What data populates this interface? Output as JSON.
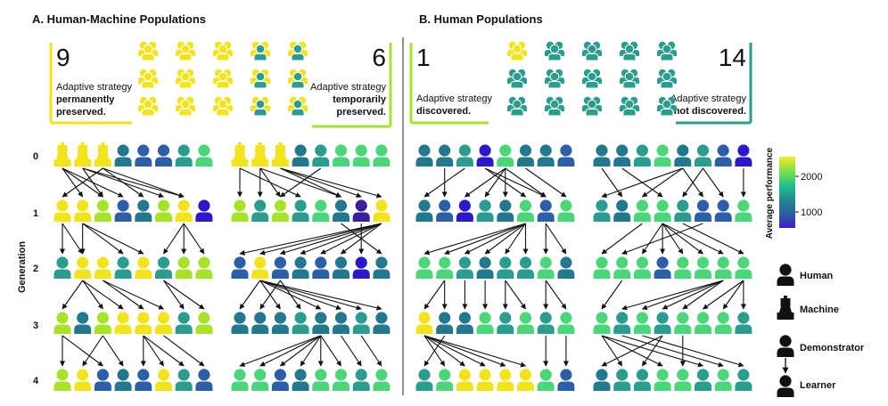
{
  "panel_a": {
    "title": "A.  Human-Machine Populations",
    "left_card": {
      "count": "9",
      "line1": "Adaptive strategy",
      "line2": "permanently",
      "line3": "preserved.",
      "accent": "#f2e41c"
    },
    "right_card": {
      "count": "6",
      "line1": "Adaptive strategy",
      "line2": "temporarily",
      "line3": "preserved.",
      "accent": "#a6e22e"
    },
    "summary_icons": [
      [
        "gy",
        "gy",
        "gy",
        "gt",
        "gt"
      ],
      [
        "gy",
        "gy",
        "gy",
        "gt",
        "gt"
      ],
      [
        "gy",
        "gy",
        "gy",
        "gt",
        "gt"
      ]
    ]
  },
  "panel_b": {
    "title": "B.  Human Populations",
    "left_card": {
      "count": "1",
      "line1": "Adaptive strategy",
      "line2": "discovered.",
      "accent": "#a6e22e"
    },
    "right_card": {
      "count": "14",
      "line1": "Adaptive strategy",
      "line2": "not discovered.",
      "accent": "#2a9d8f"
    },
    "summary_icons": [
      [
        "gy",
        "tt",
        "tt",
        "tt",
        "tt"
      ],
      [
        "tt",
        "tt",
        "tt",
        "tt",
        "tt"
      ],
      [
        "tt",
        "tt",
        "tt",
        "tt",
        "tt"
      ]
    ]
  },
  "generations": {
    "axis_label": "Generation",
    "labels": [
      "0",
      "1",
      "2",
      "3",
      "4"
    ]
  },
  "colorbar": {
    "title": "Average performance",
    "ticks": [
      {
        "value": 2000,
        "label": "2000"
      },
      {
        "value": 1000,
        "label": "1000"
      }
    ],
    "stops": [
      "#fde725",
      "#7ae146",
      "#22c38a",
      "#23898e",
      "#2c5f9e",
      "#3d1fd0"
    ]
  },
  "legend": {
    "human": "Human",
    "machine": "Machine",
    "demonstrator": "Demonstrator",
    "learner": "Learner"
  },
  "palette": {
    "Y": "#f2e41c",
    "L": "#a8e32a",
    "G": "#4cd67a",
    "T": "#2a9d8f",
    "D": "#24788e",
    "B": "#2c5fa8",
    "P": "#2b18c8",
    "K": "#3b1e99"
  },
  "populations": [
    {
      "name": "hm-pop-1",
      "rows": [
        "YYYDBBTG",
        "YYLBDLYP",
        "TYYTYTLL",
        "LDLYYYTL",
        "LYBDBYTB"
      ],
      "machines": [
        [
          0,
          0
        ],
        [
          0,
          1
        ],
        [
          0,
          2
        ]
      ],
      "links": [
        [
          [
            0,
            1
          ],
          [
            0,
            2
          ],
          [
            0,
            3
          ],
          [
            1,
            2
          ],
          [
            1,
            5
          ],
          [
            1,
            6
          ],
          [
            2,
            0
          ],
          [
            2,
            4
          ],
          [
            2,
            6
          ]
        ],
        [
          [
            0,
            0
          ],
          [
            0,
            1
          ],
          [
            1,
            1
          ],
          [
            1,
            3
          ],
          [
            1,
            4
          ],
          [
            6,
            5
          ],
          [
            6,
            6
          ],
          [
            6,
            7
          ]
        ],
        [
          [
            1,
            0
          ],
          [
            1,
            2
          ],
          [
            1,
            3
          ],
          [
            2,
            4
          ],
          [
            2,
            5
          ],
          [
            5,
            6
          ],
          [
            5,
            7
          ]
        ],
        [
          [
            0,
            0
          ],
          [
            0,
            2
          ],
          [
            2,
            1
          ],
          [
            2,
            3
          ],
          [
            4,
            4
          ],
          [
            4,
            5
          ],
          [
            4,
            6
          ],
          [
            5,
            7
          ]
        ]
      ]
    },
    {
      "name": "hm-pop-2",
      "rows": [
        "YYYDTGGG",
        "LTLTGDKY",
        "BYBDBDPD",
        "DDDTDDTD",
        "GGBDGGTG"
      ],
      "machines": [
        [
          0,
          0
        ],
        [
          0,
          1
        ],
        [
          0,
          2
        ]
      ],
      "links": [
        [
          [
            0,
            0
          ],
          [
            0,
            3
          ],
          [
            1,
            1
          ],
          [
            1,
            2
          ],
          [
            1,
            5
          ],
          [
            2,
            5
          ],
          [
            2,
            6
          ],
          [
            2,
            7
          ],
          [
            4,
            2
          ]
        ],
        [
          [
            7,
            0
          ],
          [
            7,
            1
          ],
          [
            7,
            2
          ],
          [
            7,
            3
          ],
          [
            7,
            4
          ],
          [
            7,
            5
          ],
          [
            6,
            6
          ],
          [
            5,
            7
          ]
        ],
        [
          [
            1,
            0
          ],
          [
            1,
            2
          ],
          [
            1,
            4
          ],
          [
            1,
            5
          ],
          [
            1,
            6
          ],
          [
            1,
            7
          ],
          [
            2,
            1
          ],
          [
            2,
            3
          ]
        ],
        [
          [
            4,
            0
          ],
          [
            4,
            1
          ],
          [
            4,
            2
          ],
          [
            4,
            3
          ],
          [
            4,
            4
          ],
          [
            4,
            5
          ],
          [
            5,
            6
          ],
          [
            6,
            7
          ]
        ]
      ]
    },
    {
      "name": "h-pop-1",
      "rows": [
        "DDTPGDDB",
        "DBPTDGBG",
        "GGTDTTGD",
        "YDDGTGTG",
        "TGYYYYGB"
      ],
      "machines": [],
      "links": [
        [
          [
            1,
            1
          ],
          [
            2,
            0
          ],
          [
            3,
            5
          ],
          [
            3,
            6
          ],
          [
            4,
            2
          ],
          [
            4,
            3
          ],
          [
            4,
            4
          ],
          [
            4,
            6
          ],
          [
            5,
            7
          ]
        ],
        [
          [
            5,
            0
          ],
          [
            5,
            1
          ],
          [
            5,
            2
          ],
          [
            5,
            3
          ],
          [
            5,
            4
          ],
          [
            5,
            5
          ],
          [
            6,
            6
          ],
          [
            6,
            7
          ]
        ],
        [
          [
            1,
            0
          ],
          [
            1,
            1
          ],
          [
            2,
            2
          ],
          [
            3,
            3
          ],
          [
            4,
            4
          ],
          [
            4,
            5
          ],
          [
            6,
            6
          ],
          [
            6,
            7
          ]
        ],
        [
          [
            0,
            1
          ],
          [
            0,
            2
          ],
          [
            0,
            3
          ],
          [
            0,
            4
          ],
          [
            0,
            5
          ],
          [
            1,
            0
          ],
          [
            6,
            6
          ],
          [
            7,
            7
          ]
        ]
      ]
    },
    {
      "name": "h-pop-2",
      "rows": [
        "DDTGDTBP",
        "TDGGTBBG",
        "GGGBGGGG",
        "GTGTGGGT",
        "DTTGGTGT"
      ],
      "machines": [],
      "links": [
        [
          [
            0,
            1
          ],
          [
            1,
            3
          ],
          [
            4,
            0
          ],
          [
            4,
            2
          ],
          [
            4,
            5
          ],
          [
            5,
            4
          ],
          [
            5,
            6
          ],
          [
            7,
            7
          ]
        ],
        [
          [
            3,
            2
          ],
          [
            3,
            3
          ],
          [
            3,
            4
          ],
          [
            3,
            5
          ],
          [
            3,
            6
          ],
          [
            2,
            0
          ],
          [
            4,
            7
          ],
          [
            5,
            1
          ]
        ],
        [
          [
            1,
            0
          ],
          [
            6,
            1
          ],
          [
            6,
            2
          ],
          [
            6,
            3
          ],
          [
            6,
            4
          ],
          [
            7,
            5
          ],
          [
            7,
            6
          ],
          [
            7,
            7
          ]
        ],
        [
          [
            0,
            1
          ],
          [
            0,
            3
          ],
          [
            0,
            5
          ],
          [
            1,
            6
          ],
          [
            2,
            7
          ],
          [
            3,
            0
          ],
          [
            3,
            2
          ],
          [
            4,
            4
          ]
        ]
      ]
    }
  ]
}
